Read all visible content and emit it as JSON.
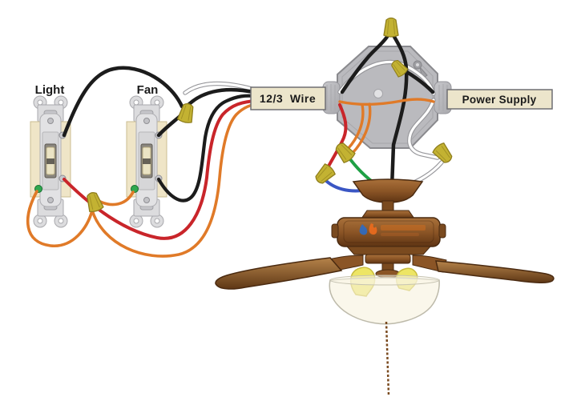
{
  "diagram": {
    "labels": {
      "light_switch": "Light",
      "fan_switch": "Fan",
      "cable": "12/3  Wire",
      "power": "Power Supply"
    },
    "wire_colors": {
      "black_hot": "#1c1c1c",
      "white_neutral": "#ffffff",
      "red_switched": "#c9252a",
      "orange_ground": "#e07a28",
      "green_fixture_ground": "#1fa045",
      "blue_fixture_light": "#3a56c4"
    },
    "component_colors": {
      "junction_box": "#bababe",
      "wire_nut": "#c3b232",
      "label_background": "#ece5cb",
      "fan_body_brown": "#8b5526",
      "switch_plate_beige": "#efe5c7",
      "bulb_yellow": "#ede565"
    },
    "icons": {
      "junction_box": "octagon-junction-box-icon",
      "wire_nut": "wire-nut-icon",
      "switch": "toggle-switch-icon",
      "fan": "ceiling-fan-icon",
      "logo": "flame-drop-watermark-icon"
    }
  }
}
